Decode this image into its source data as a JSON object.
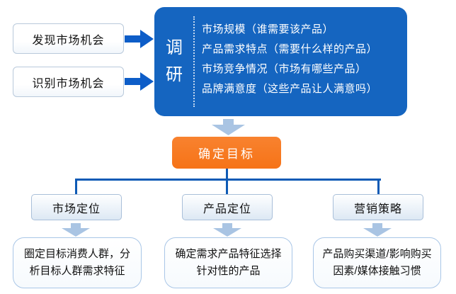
{
  "colors": {
    "panel_blue": "#1565c0",
    "arrow_blue": "#0d5dc8",
    "connector_blue": "#0d5ab5",
    "goal_orange": "#f67317",
    "soft_arrow_blue": "#a9c4e3",
    "light_border_blue": "#a9c6e7"
  },
  "icons": {
    "arrow-right": "►",
    "arrow-down": "▼"
  },
  "flow": {
    "inputs": [
      {
        "label": "发现市场机会"
      },
      {
        "label": "识别市场机会"
      }
    ],
    "research": {
      "title": "调研",
      "items": [
        "市场规模（谁需要该产品）",
        "产品需求特点（需要什么样的产品）",
        "市场竞争情况（市场有哪些产品）",
        "品牌满意度（这些产品让人满意吗）"
      ]
    },
    "goal": {
      "label": "确定目标"
    },
    "branches": [
      {
        "label": "市场定位",
        "detail_lines": [
          "圈定目标消费人群，分",
          "析目标人群需求特征"
        ]
      },
      {
        "label": "产品定位",
        "detail_lines": [
          "确定需求产品特征选择",
          "针对性的产品"
        ]
      },
      {
        "label": "营销策略",
        "detail_lines": [
          "产品购买渠道/影响购买",
          "因素/媒体接触习惯"
        ]
      }
    ]
  }
}
